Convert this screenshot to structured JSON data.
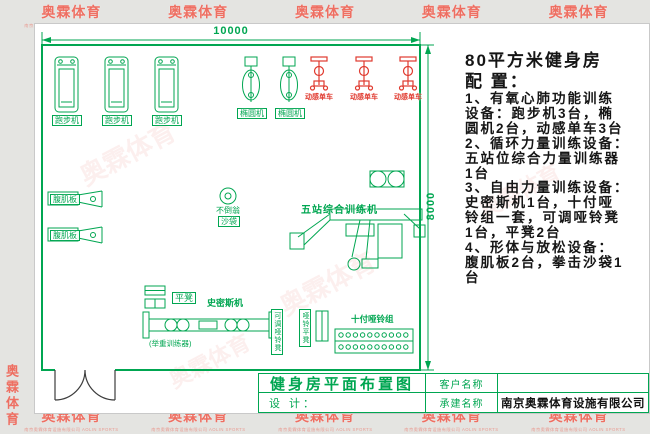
{
  "colors": {
    "cad_green": "#00a651",
    "accent_red": "#e03a2f",
    "watermark_red": "#ee6f62"
  },
  "watermark": {
    "brand": "奥霖体育",
    "sub": "南京奥霖体育设施有限公司 AOLIN SPORTS"
  },
  "dimensions": {
    "width": "10000",
    "height": "8000"
  },
  "equipment": {
    "treadmill": "跑步机",
    "elliptical": "椭圆机",
    "spin_bike": "动感单车",
    "ab_board": "腹肌板",
    "sandbag_top": "不倒翁",
    "sandbag_bottom": "沙袋",
    "five_station": "五站综合训练机",
    "flat_bench": "平凳",
    "smith_machine": "史密斯机",
    "smith_machine_note": "(举重训练器)",
    "adjustable_dumbbell_bench": "可调哑铃凳",
    "dumbbell_flat_bench": "哑铃平凳",
    "dumbbell_set": "十付哑铃组"
  },
  "config_panel": {
    "title": "80平方米健身房",
    "subtitle": "配 置：",
    "lines": [
      "1、有氧心肺功能训练",
      "设备：跑步机3台，椭",
      "圆机2台，动感单车3台",
      "2、循环力量训练设备：",
      "五站位综合力量训练器",
      "1台",
      "3、自由力量训练设备：",
      "史密斯机1台，十付哑",
      "铃组一套，可调哑铃凳",
      "1台，平凳2台",
      "4、形体与放松设备：",
      "腹肌板2台，拳击沙袋1",
      "台"
    ]
  },
  "title_block": {
    "drawing_title": "健身房平面布置图",
    "design_label": "设 计：",
    "customer_label": "客户名称",
    "contractor_label": "承建名称",
    "company_name": "南京奥霖体育设施有限公司"
  }
}
